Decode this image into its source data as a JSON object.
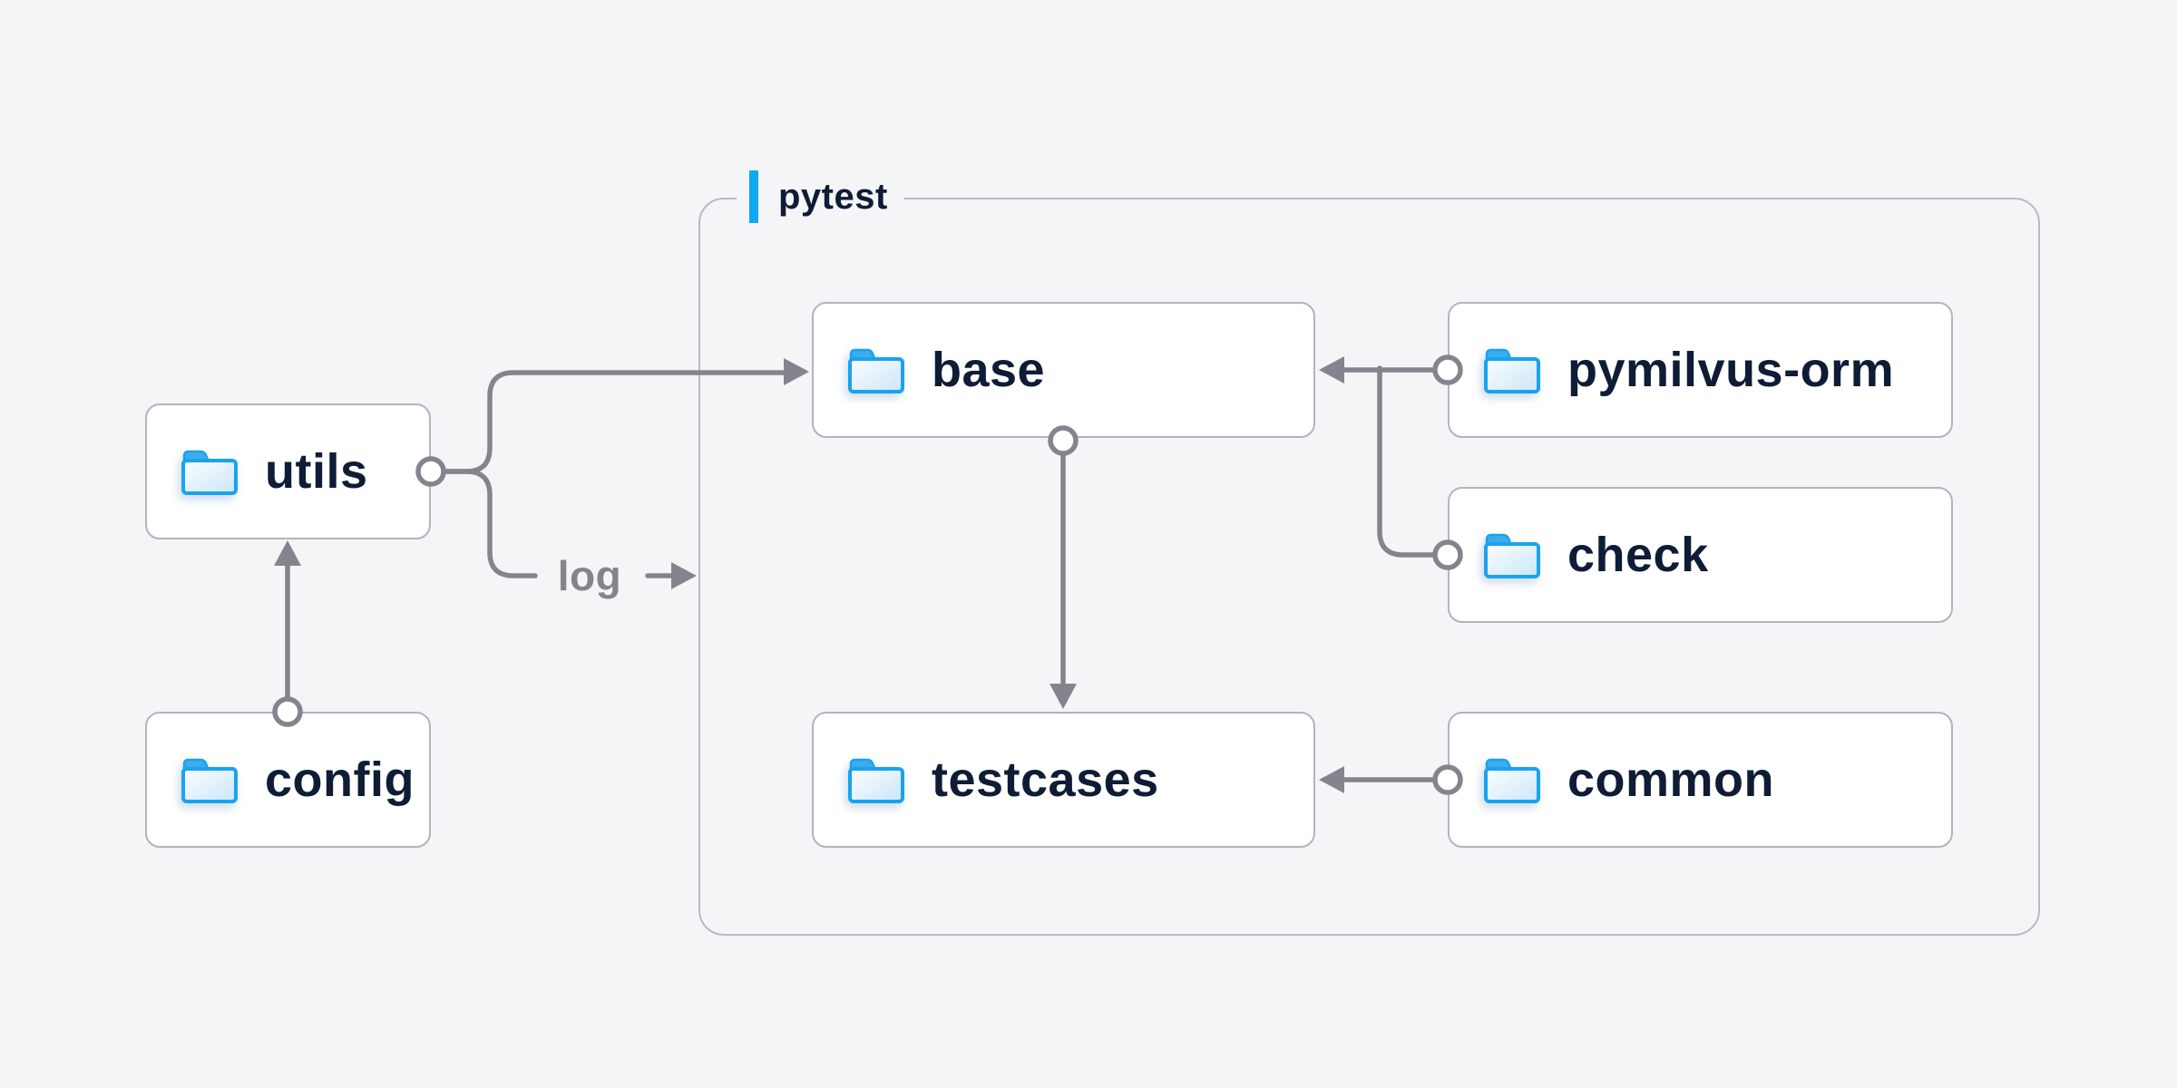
{
  "diagram": {
    "group": {
      "label": "pytest"
    },
    "nodes": [
      {
        "id": "utils",
        "label": "utils",
        "icon": "folder"
      },
      {
        "id": "config",
        "label": "config",
        "icon": "folder"
      },
      {
        "id": "base",
        "label": "base",
        "icon": "folder"
      },
      {
        "id": "pymilvus-orm",
        "label": "pymilvus-orm",
        "icon": "folder"
      },
      {
        "id": "check",
        "label": "check",
        "icon": "folder"
      },
      {
        "id": "testcases",
        "label": "testcases",
        "icon": "folder"
      },
      {
        "id": "common",
        "label": "common",
        "icon": "folder"
      }
    ],
    "edges": [
      {
        "from": "config",
        "to": "utils",
        "type": "arrow"
      },
      {
        "from": "utils",
        "to": "base",
        "type": "arrow"
      },
      {
        "from": "utils",
        "to": "pytest-group",
        "type": "arrow",
        "label": "log"
      },
      {
        "from": "pymilvus-orm",
        "to": "base",
        "type": "arrow"
      },
      {
        "from": "check",
        "to": "pymilvus-orm-base-line",
        "type": "merge"
      },
      {
        "from": "base",
        "to": "testcases",
        "type": "arrow"
      },
      {
        "from": "common",
        "to": "testcases",
        "type": "arrow"
      }
    ],
    "colors": {
      "background": "#f5f5f7",
      "node_fill": "#ffffff",
      "node_border": "#b3b3bf",
      "group_border": "#b9b9c4",
      "connector": "#84848e",
      "label_text": "#0e1c36",
      "edge_label_text": "#84848e",
      "accent_blue": "#0ea9f1",
      "folder_stroke": "#18a3f1",
      "folder_tab_fill": "#3dade9"
    }
  }
}
